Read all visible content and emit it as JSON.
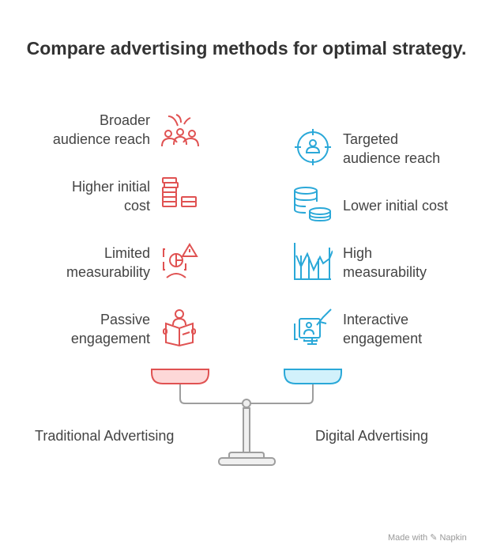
{
  "title": "Compare advertising methods for optimal strategy.",
  "left": {
    "label": "Traditional Advertising",
    "color": "#e05252",
    "items": [
      {
        "text": "Broader\naudience reach",
        "icon": "audience-crowd-icon"
      },
      {
        "text": "Higher initial\ncost",
        "icon": "coin-stacks-icon"
      },
      {
        "text": "Limited\nmeasurability",
        "icon": "chart-warning-icon"
      },
      {
        "text": "Passive\nengagement",
        "icon": "reading-person-icon"
      }
    ]
  },
  "right": {
    "label": "Digital Advertising",
    "color": "#2aa8d8",
    "items": [
      {
        "text": "Targeted\naudience reach",
        "icon": "target-person-icon"
      },
      {
        "text": "Lower initial cost",
        "icon": "coins-icon"
      },
      {
        "text": "High\nmeasurability",
        "icon": "line-chart-icon"
      },
      {
        "text": "Interactive\nengagement",
        "icon": "monitor-touch-icon"
      }
    ]
  },
  "footer": "Made with ✎ Napkin"
}
